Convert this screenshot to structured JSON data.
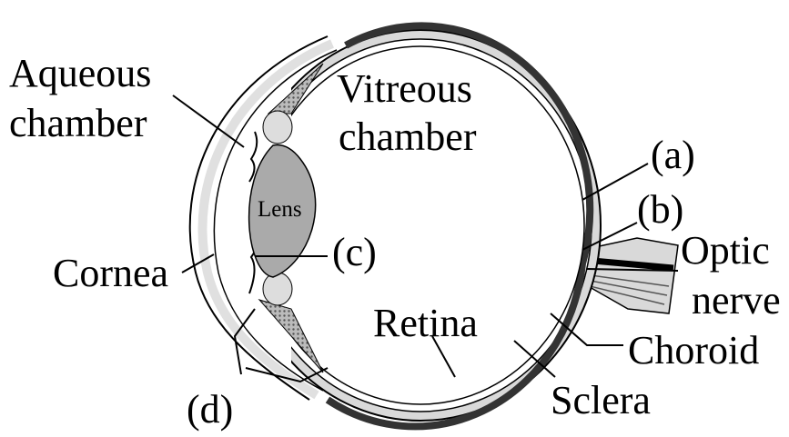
{
  "diagram": {
    "labels": {
      "aqueous_1": "Aqueous",
      "aqueous_2": "chamber",
      "vitreous_1": "Vitreous",
      "vitreous_2": "chamber",
      "a": "(a)",
      "b": "(b)",
      "optic_1": "Optic",
      "optic_2": "nerve",
      "choroid": "Choroid",
      "sclera": "Sclera",
      "retina": "Retina",
      "c": "(c)",
      "cornea": "Cornea",
      "d": "(d)",
      "lens": "Lens"
    },
    "colors": {
      "sclera": "#d9d9d9",
      "retina": "#333333",
      "lens": "#aaaaaa",
      "ciliary": "#888888"
    }
  }
}
